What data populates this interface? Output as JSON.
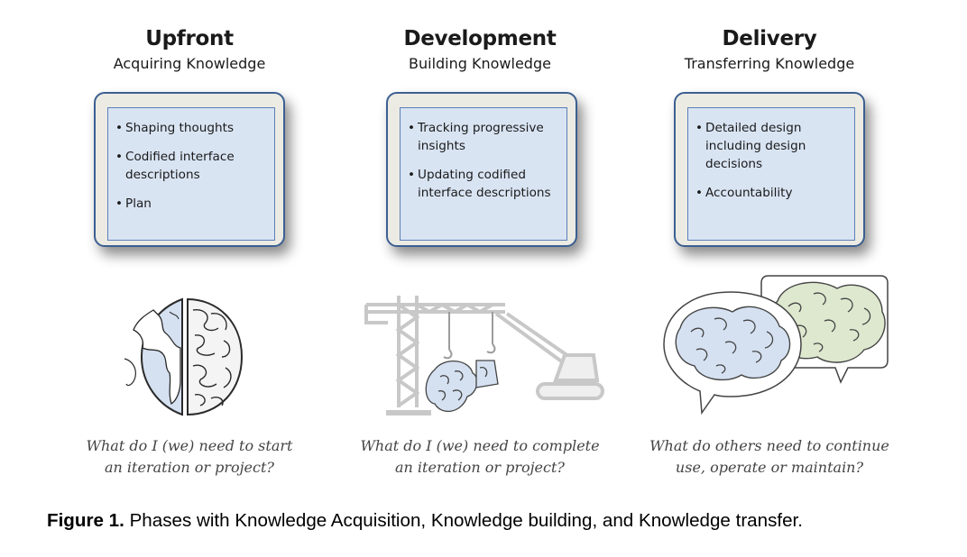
{
  "columns": [
    {
      "title": "Upfront",
      "subtitle": "Acquiring Knowledge",
      "bullets": [
        "Shaping thoughts",
        "Codified interface descriptions",
        "Plan"
      ],
      "icon": "globe-brain-icon",
      "question": [
        "What do I (we) need to start",
        "an iteration or project?"
      ]
    },
    {
      "title": "Development",
      "subtitle": "Building Knowledge",
      "bullets": [
        "Tracking progressive insights",
        "Updating codified interface descriptions"
      ],
      "icon": "crane-building-brain-icon",
      "question": [
        "What do I (we) need to complete",
        "an iteration or project?"
      ]
    },
    {
      "title": "Delivery",
      "subtitle": "Transferring Knowledge",
      "bullets": [
        "Detailed design including design decisions",
        "Accountability"
      ],
      "icon": "speech-bubbles-brains-icon",
      "question": [
        "What do others need to continue",
        "use, operate or maintain?"
      ]
    }
  ],
  "caption": {
    "label": "Figure 1.",
    "text": "Phases with Knowledge Acquisition, Knowledge building, and Knowledge transfer."
  },
  "colors": {
    "frame_border": "#3b5f92",
    "panel_fill": "#d9e4f3",
    "brain_blue": "#d5e1f1",
    "brain_green": "#dde8cf",
    "crane_gray": "#c8c8c8"
  }
}
